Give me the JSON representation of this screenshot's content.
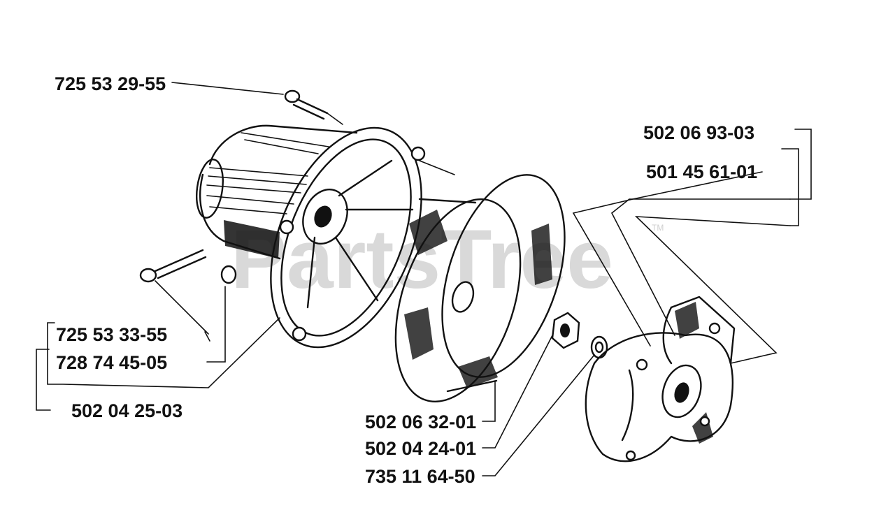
{
  "watermark": {
    "text": "PartsTree",
    "mark": "TM"
  },
  "parts": [
    {
      "id": "bolt-top",
      "number": "725 53 29-55"
    },
    {
      "id": "clutch-cover-assy",
      "number": "502 06 93-03"
    },
    {
      "id": "clutch-shoe-assy",
      "number": "501 45 61-01"
    },
    {
      "id": "screw",
      "number": "725 53 33-55"
    },
    {
      "id": "nut-small",
      "number": "728 74 45-05"
    },
    {
      "id": "clutch-housing",
      "number": "502 04 25-03"
    },
    {
      "id": "clutch-drum",
      "number": "502 06 32-01"
    },
    {
      "id": "drum-nut",
      "number": "502 04 24-01"
    },
    {
      "id": "washer",
      "number": "735 11 64-50"
    }
  ]
}
